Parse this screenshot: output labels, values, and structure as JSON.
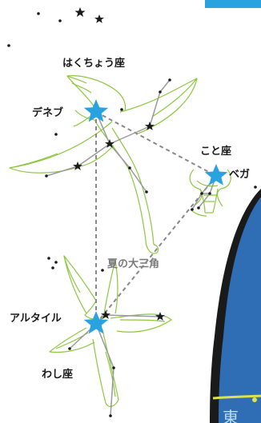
{
  "labels": {
    "cygnus": "はくちょう座",
    "deneb": "デネブ",
    "lyra": "こと座",
    "vega": "ベガ",
    "summer_triangle": "夏の大三角",
    "altair": "アルタイル",
    "aquila": "わし座",
    "east": "東"
  },
  "colors": {
    "outline": "#8cc63f",
    "bright_star": "#29a3e0",
    "triangle_line": "#888888",
    "sky_blue": "#2f6db5",
    "horizon_yellow": "#dfe24a",
    "border_black": "#1a1a1a"
  }
}
